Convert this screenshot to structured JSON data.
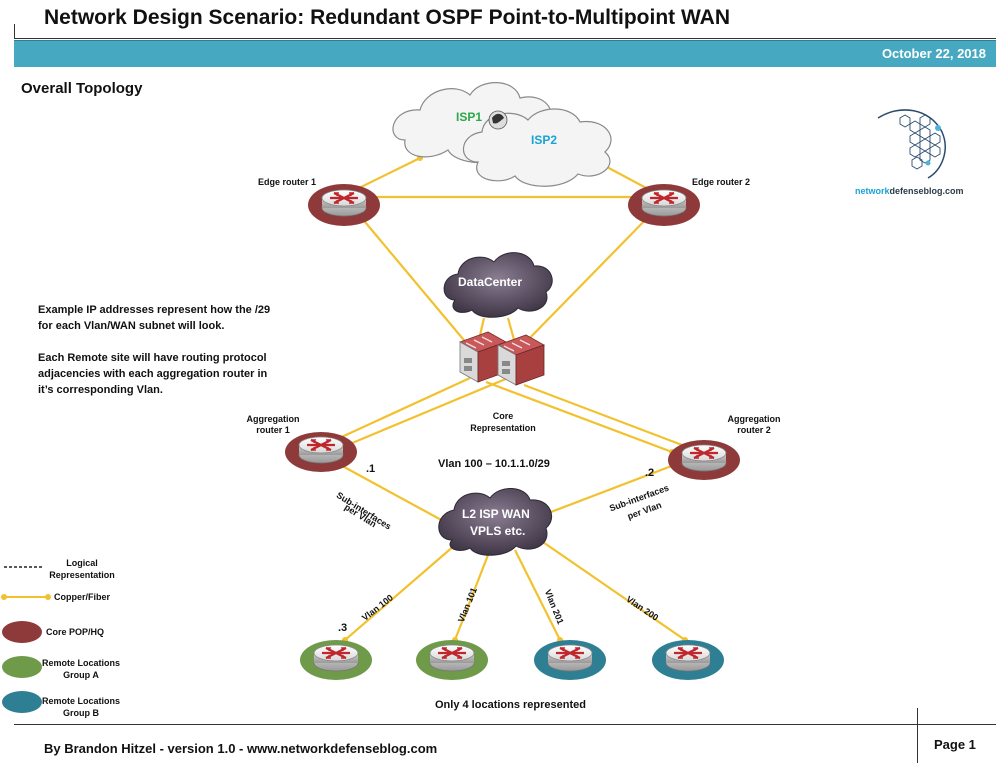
{
  "header": {
    "title": "Network Design Scenario: Redundant OSPF Point-to-Multipoint WAN",
    "date": "October 22, 2018"
  },
  "section_title": "Overall Topology",
  "notes": {
    "line1": "Example IP addresses represent how the /29",
    "line2": "for each Vlan/WAN subnet will look.",
    "line3": "Each Remote site will have routing protocol",
    "line4": "adjacencies with each aggregation router in",
    "line5": "it’s corresponding Vlan."
  },
  "clouds": {
    "isp1": "ISP1",
    "isp2": "ISP2",
    "datacenter": "DataCenter",
    "wan_line1": "L2 ISP WAN",
    "wan_line2": "VPLS etc."
  },
  "routers": {
    "edge1": "Edge router 1",
    "edge2": "Edge router 2",
    "core_line1": "Core",
    "core_line2": "Representation",
    "agg1_line1": "Aggregation",
    "agg1_line2": "router 1",
    "agg2_line1": "Aggregation",
    "agg2_line2": "router 2"
  },
  "links": {
    "vlan_subnet": "Vlan 100 – 10.1.1.0/29",
    "ip_agg1": ".1",
    "ip_agg2": ".2",
    "ip_remote": ".3",
    "subif_left_line1": "Sub-interfaces",
    "subif_left_line2": "per Vlan",
    "subif_right_line1": "Sub-interfaces",
    "subif_right_line2": "per Vlan",
    "vlan_a": "Vlan 100",
    "vlan_b": "Vlan 101",
    "vlan_c": "Vlan 201",
    "vlan_d": "Vlan 200"
  },
  "remote_note": "Only 4 locations represented",
  "legend": {
    "logical_line1": "Logical",
    "logical_line2": "Representation",
    "copper": "Copper/Fiber",
    "core": "Core POP/HQ",
    "group_a_line1": "Remote Locations",
    "group_a_line2": "Group A",
    "group_b_line1": "Remote Locations",
    "group_b_line2": "Group B"
  },
  "logo_text_part1": "network",
  "logo_text_part2": "defenseblog.com",
  "footer": {
    "author": "By Brandon Hitzel - version 1.0 - www.networkdefenseblog.com",
    "page": "Page 1"
  },
  "colors": {
    "banner": "#46a9c1",
    "link": "#f2c12e",
    "core_pop": "#8e3a3a",
    "group_a": "#6e9a49",
    "group_b": "#2e7f93",
    "isp1_text": "#2aa84a",
    "isp2_text": "#1aa3d6"
  }
}
